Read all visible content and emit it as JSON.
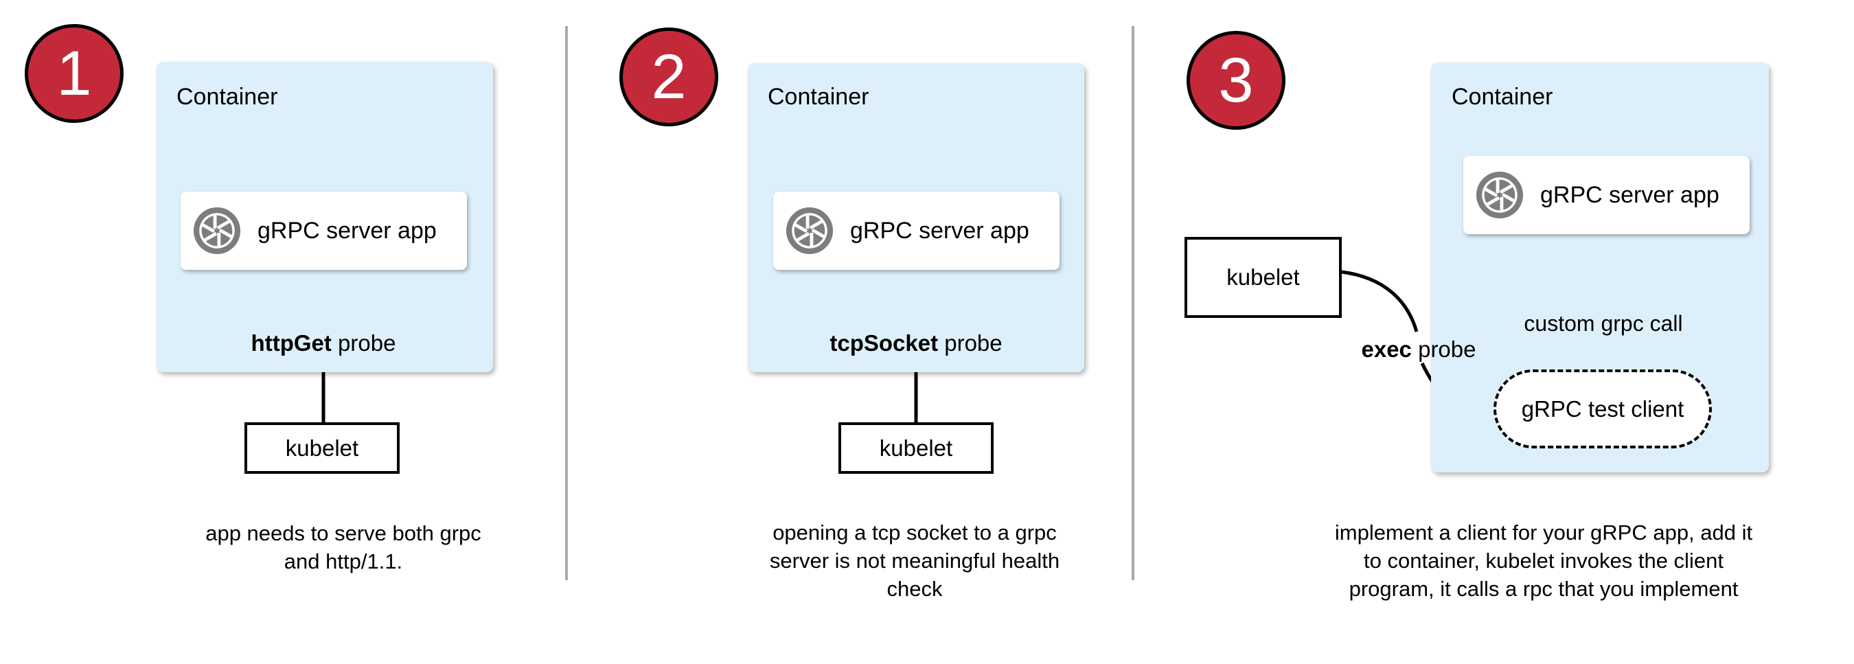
{
  "colors": {
    "container_fill": "#ddeffb",
    "badge_red": "#c4293a",
    "icon_gray": "#7d7d7d",
    "divider_gray": "#a9a9a9",
    "text": "#000000"
  },
  "icons": {
    "app_icon": "aperture-icon"
  },
  "panels": [
    {
      "number": "1",
      "container_label": "Container",
      "app_label": "gRPC server app",
      "probe_bold": "httpGet",
      "probe_rest": " probe",
      "kubelet_label": "kubelet",
      "caption_lines": [
        "app needs to serve both grpc",
        "and http/1.1."
      ]
    },
    {
      "number": "2",
      "container_label": "Container",
      "app_label": "gRPC server app",
      "probe_bold": "tcpSocket",
      "probe_rest": " probe",
      "kubelet_label": "kubelet",
      "caption_lines": [
        "opening a tcp socket to a grpc",
        "server is not meaningful health",
        "check"
      ]
    },
    {
      "number": "3",
      "container_label": "Container",
      "app_label": "gRPC server app",
      "probe_bold": "exec",
      "probe_rest": " probe",
      "kubelet_label": "kubelet",
      "grpc_call_label": "custom grpc call",
      "test_client_label": "gRPC test client",
      "caption_lines": [
        "implement a client for your gRPC app, add it",
        "to container, kubelet invokes the client",
        "program, it calls a rpc that you implement"
      ]
    }
  ]
}
